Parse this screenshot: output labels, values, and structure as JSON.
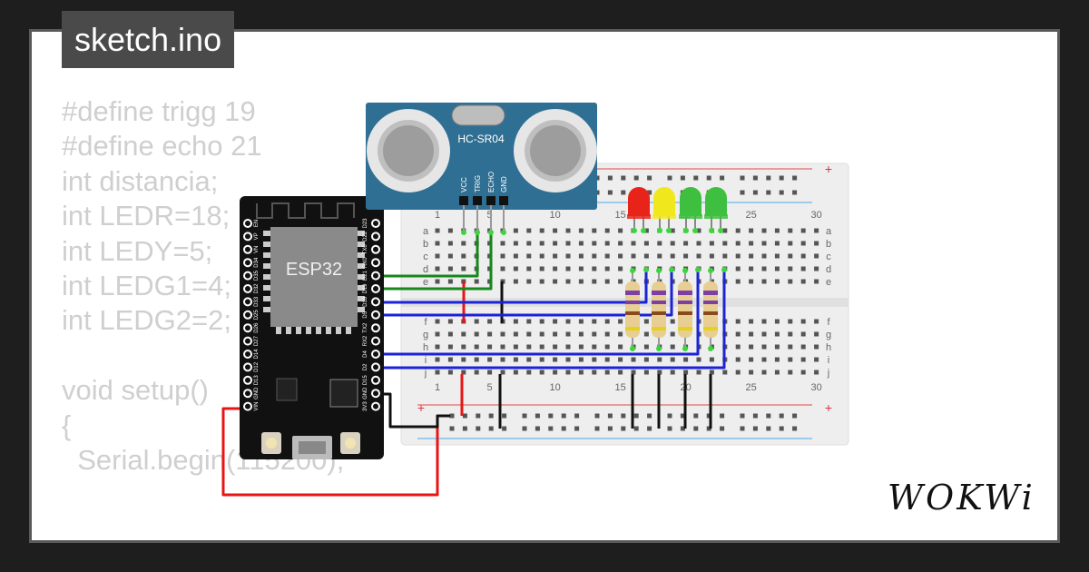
{
  "tab": {
    "title": "sketch.ino"
  },
  "code": {
    "lines": [
      "#define trigg 19",
      "#define echo 21",
      "int distancia;",
      "int LEDR=18;",
      "int LEDY=5;",
      "int LEDG1=4;",
      "int LEDG2=2;",
      "",
      "void setup()",
      "{",
      "  Serial.begin(115200);"
    ]
  },
  "sensor": {
    "model": "HC-SR04",
    "pins": [
      "VCC",
      "TRIG",
      "ECHO",
      "GND"
    ]
  },
  "board": {
    "name": "ESP32",
    "left_pins": [
      "EN",
      "VP",
      "VN",
      "D34",
      "D35",
      "D32",
      "D33",
      "D25",
      "D26",
      "D27",
      "D14",
      "D12",
      "D13",
      "GND",
      "VIN"
    ],
    "right_pins": [
      "D23",
      "D22",
      "TX0",
      "RX0",
      "D21",
      "D19",
      "D18",
      "D5",
      "TX2",
      "RX2",
      "D4",
      "D2",
      "D15",
      "GND",
      "3V3"
    ]
  },
  "breadboard": {
    "columns": [
      "1",
      "5",
      "10",
      "15",
      "20",
      "25",
      "30"
    ],
    "rows_top": [
      "a",
      "b",
      "c",
      "d",
      "e"
    ],
    "rows_bottom": [
      "f",
      "g",
      "h",
      "i",
      "j"
    ],
    "plus": "+"
  },
  "leds": [
    {
      "color": "#e8231a"
    },
    {
      "color": "#f0e81c"
    },
    {
      "color": "#3fbf3f"
    },
    {
      "color": "#3fbf3f"
    }
  ],
  "colors": {
    "wire_red": "#e81515",
    "wire_black": "#111111",
    "wire_blue": "#1c23d6",
    "wire_green": "#17871e"
  },
  "brand": {
    "logo": "WOKWi"
  }
}
